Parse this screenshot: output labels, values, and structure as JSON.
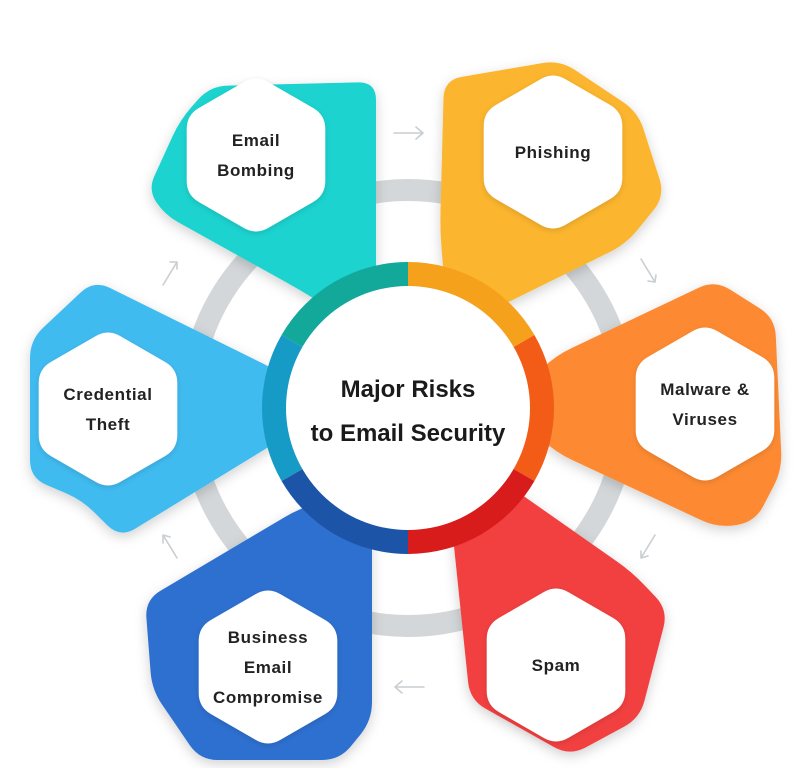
{
  "center": {
    "title_line1": "Major Risks",
    "title_line2": "to Email Security"
  },
  "risks": [
    {
      "lines": [
        "Email",
        "Bombing"
      ],
      "color": "#1fd3cf",
      "shade": "#12a89a",
      "icon": "hexagon-shape"
    },
    {
      "lines": [
        "Phishing"
      ],
      "color": "#fbb52f",
      "shade": "#f5a11c",
      "icon": "hexagon-shape"
    },
    {
      "lines": [
        "Malware &",
        "Viruses"
      ],
      "color": "#fd8a30",
      "shade": "#f25c16",
      "icon": "hexagon-shape"
    },
    {
      "lines": [
        "Spam"
      ],
      "color": "#f24141",
      "shade": "#d81c1c",
      "icon": "hexagon-shape"
    },
    {
      "lines": [
        "Business",
        "Email",
        "Compromise"
      ],
      "color": "#2f6fd0",
      "shade": "#1c55a8",
      "icon": "hexagon-shape"
    },
    {
      "lines": [
        "Credential",
        "Theft"
      ],
      "color": "#3fbbf0",
      "shade": "#169ac6",
      "icon": "hexagon-shape"
    }
  ],
  "ring_color": "#d3d7d9",
  "arrow_color": "#c9ced1"
}
